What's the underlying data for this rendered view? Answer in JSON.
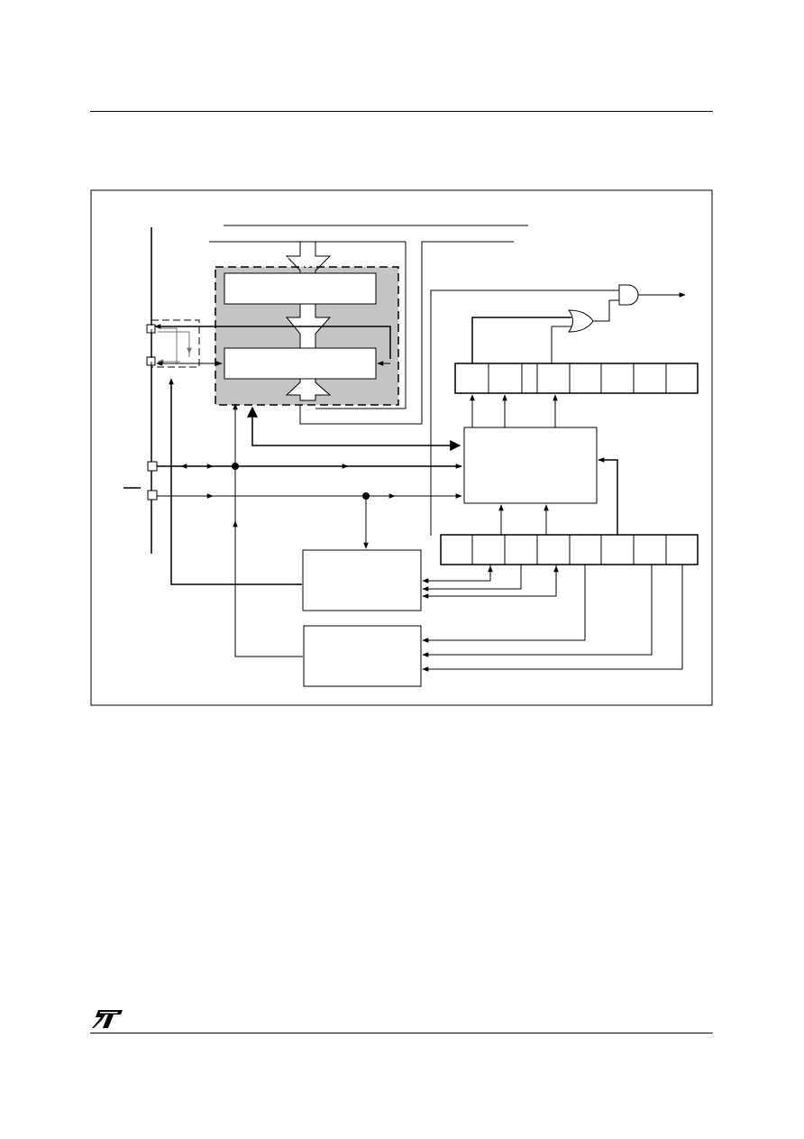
{
  "page": {
    "logo": "ST",
    "logo_icon": "st-logo-icon"
  },
  "diagram": {
    "type": "block-diagram",
    "labels": [],
    "components": {
      "upper_data_register": "",
      "lower_data_register": "",
      "control_logic": "",
      "status_register_bits": 8,
      "control_register_bits": 8,
      "lower_left_block": "",
      "bottom_block": ""
    },
    "colors": {
      "line": "#000000",
      "shaded_region": "#c4c4c4",
      "dashed_alt": "#777777"
    }
  }
}
